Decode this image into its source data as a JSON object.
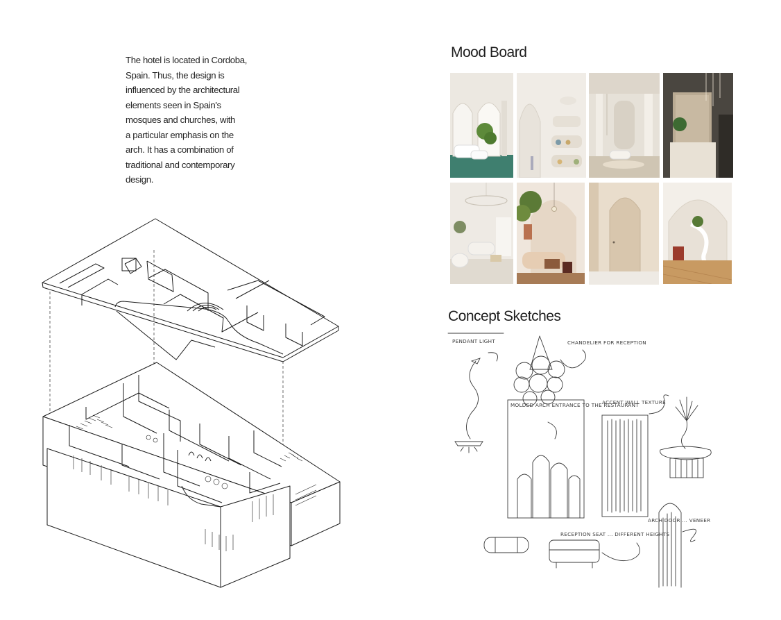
{
  "intro": {
    "lines": [
      "The hotel is located in Cordoba,",
      "Spain. Thus, the design is",
      "influenced by the  architectural",
      "elements seen in Spain's",
      "mosques and churches, with",
      "a particular emphasis on the",
      "arch. It has a combination of",
      "traditional and contemporary",
      "design."
    ]
  },
  "mood_board": {
    "title": "Mood Board"
  },
  "concept_sketches": {
    "title": "Concept Sketches",
    "notes": [
      "PENDANT LIGHT",
      "CHANDELIER FOR RECEPTION",
      "MOLDED ARCH ENTRANCE TO THE RESTAURANT",
      "ACCENT WALL TEXTURE",
      "ARCH DOOR ... VENEER",
      "RECEPTION SEAT ... DIFFERENT HEIGHTS"
    ]
  }
}
